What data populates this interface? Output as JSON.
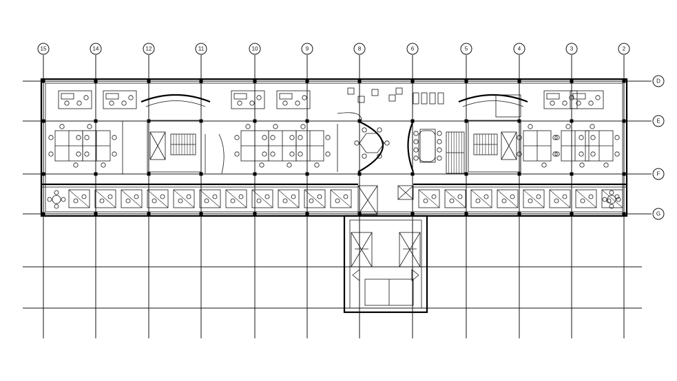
{
  "drawing": {
    "column_grid": [
      "15",
      "14",
      "12",
      "11",
      "10",
      "9",
      "8",
      "6",
      "5",
      "4",
      "3",
      "2"
    ],
    "row_grid": [
      "D",
      "E",
      "F",
      "G"
    ]
  }
}
